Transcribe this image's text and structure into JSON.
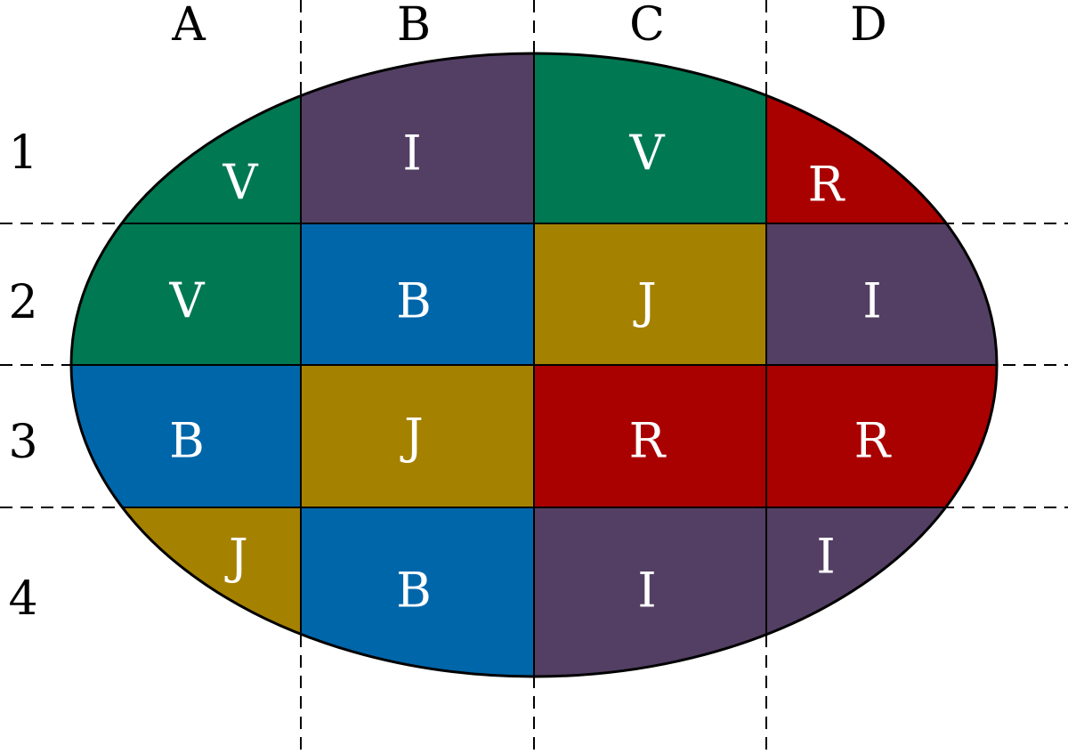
{
  "columns": [
    "A",
    "B",
    "C",
    "D"
  ],
  "rows": [
    "1",
    "2",
    "3",
    "4"
  ],
  "colors": {
    "V": "#007852",
    "I": "#533f63",
    "R": "#a90000",
    "B": "#0066aa",
    "J": "#a58100"
  },
  "grid": [
    [
      "V",
      "I",
      "V",
      "R"
    ],
    [
      "V",
      "B",
      "J",
      "I"
    ],
    [
      "B",
      "J",
      "R",
      "R"
    ],
    [
      "J",
      "B",
      "I",
      "I"
    ]
  ]
}
